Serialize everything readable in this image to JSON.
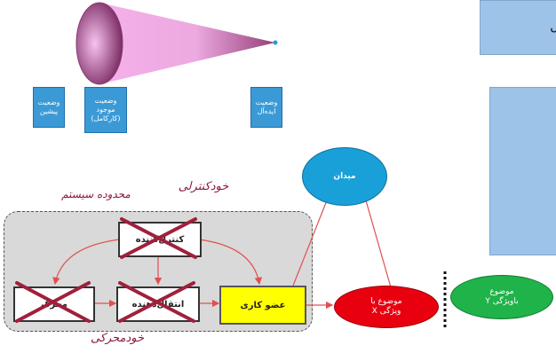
{
  "top_panel_text": "ل",
  "states": [
    {
      "label": "وضعیت\nپیشین"
    },
    {
      "label": "وضعیت\nموجود\n(کارکامل)"
    },
    {
      "label": "وضعیت\nایده‌آل"
    }
  ],
  "system_boundary_label": "محدوده سیستم",
  "self_control_label": "خودکنترلی",
  "self_motivation_label": "خودمحرکی",
  "boxes": {
    "controller": "کنترل‌کننده",
    "motor": "محرک",
    "transmitter": "انتقال‌دهنده",
    "actuator": "عضو کاری"
  },
  "field_label": "میدان",
  "object_x_label": "موضوع با\nویژگی X",
  "object_y_label": "موضوع\nباویژگی Y",
  "colors": {
    "blue_box": "#3b9ad6",
    "panel": "#9dc3e8",
    "field": "#1aa0d8",
    "object_x": "#e8000f",
    "object_y": "#1fb34a",
    "actuator": "#ffff00",
    "cross": "#a0203c",
    "script_text": "#8b1a3a"
  }
}
